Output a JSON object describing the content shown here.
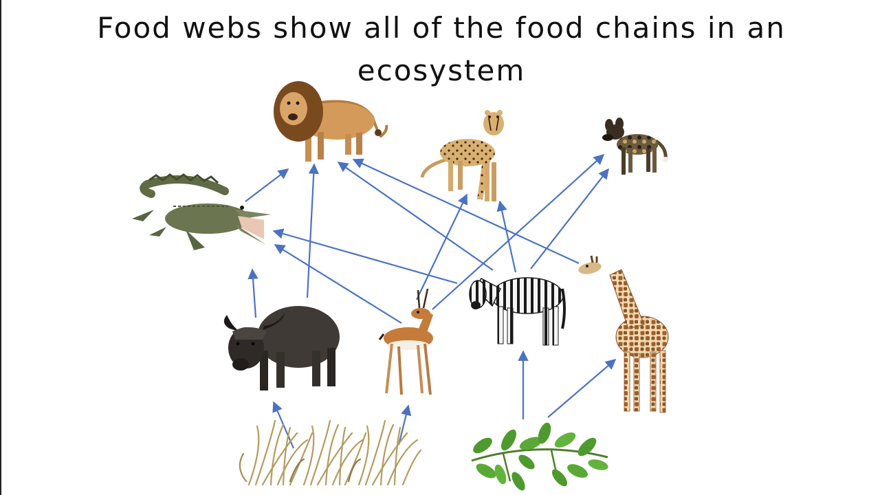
{
  "slide": {
    "title_line1": "Food webs show all of the food chains in an",
    "title_line2": "ecosystem"
  },
  "organisms": [
    {
      "id": "lion",
      "icon": "lion-icon",
      "role": "apex predator"
    },
    {
      "id": "cheetah",
      "icon": "cheetah-icon",
      "role": "predator"
    },
    {
      "id": "wild-dog",
      "icon": "wild-dog-icon",
      "role": "predator"
    },
    {
      "id": "crocodile",
      "icon": "crocodile-icon",
      "role": "predator"
    },
    {
      "id": "buffalo",
      "icon": "buffalo-icon",
      "role": "herbivore"
    },
    {
      "id": "gazelle",
      "icon": "gazelle-icon",
      "role": "herbivore"
    },
    {
      "id": "zebra",
      "icon": "zebra-icon",
      "role": "herbivore"
    },
    {
      "id": "giraffe",
      "icon": "giraffe-icon",
      "role": "herbivore"
    },
    {
      "id": "grass",
      "icon": "grass-icon",
      "role": "producer"
    },
    {
      "id": "leaves",
      "icon": "leaves-icon",
      "role": "producer"
    }
  ],
  "colors": {
    "arrow": "#4a72c2",
    "background": "#ffffff",
    "text": "#111111"
  }
}
